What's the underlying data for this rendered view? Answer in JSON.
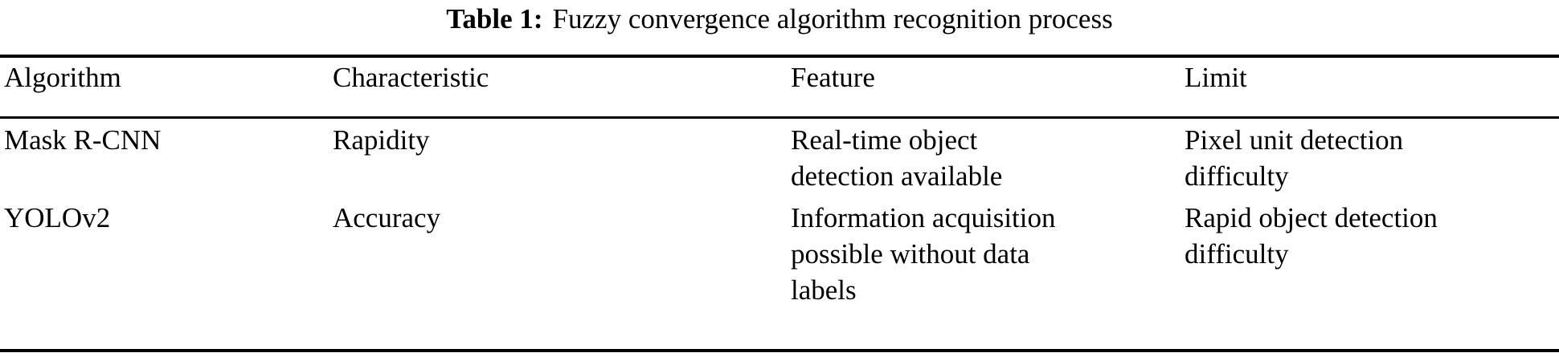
{
  "caption": {
    "label": "Table 1:",
    "text": "Fuzzy convergence algorithm recognition process"
  },
  "table": {
    "columns": [
      {
        "key": "algorithm",
        "header": "Algorithm"
      },
      {
        "key": "characteristic",
        "header": "Characteristic"
      },
      {
        "key": "feature",
        "header": "Feature"
      },
      {
        "key": "limit",
        "header": "Limit"
      }
    ],
    "rows": [
      {
        "algorithm": "Mask R-CNN",
        "characteristic": "Rapidity",
        "feature": "Real-time object\ndetection available",
        "limit": "Pixel unit detection\ndifficulty"
      },
      {
        "algorithm": "YOLOv2",
        "characteristic": "Accuracy",
        "feature": "Information acquisition\npossible without data\nlabels",
        "limit": "Rapid object detection\ndifficulty"
      }
    ]
  },
  "style": {
    "rule_color": "#000000",
    "text_color": "#000000",
    "background": "#ffffff"
  }
}
